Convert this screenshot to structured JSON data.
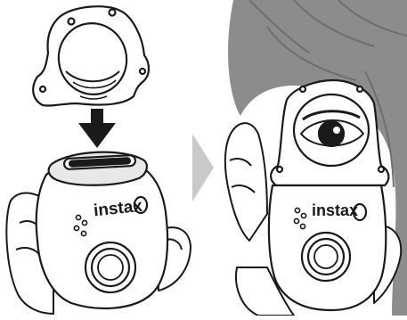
{
  "illustration": {
    "left_panel": {
      "brand_label": "instax",
      "steps": [
        "attach-selfie-mirror",
        "insert-arrow"
      ]
    },
    "right_panel": {
      "brand_label": "instax",
      "scene": "selfie-mirror-attached-eye-view"
    },
    "colors": {
      "line": "#1a1a1a",
      "hair": "#8c8c8c",
      "hair_dark": "#6e6e6e",
      "chevron": "#c9c9c9",
      "fill": "#ffffff",
      "shade": "#e8e8e8"
    }
  }
}
